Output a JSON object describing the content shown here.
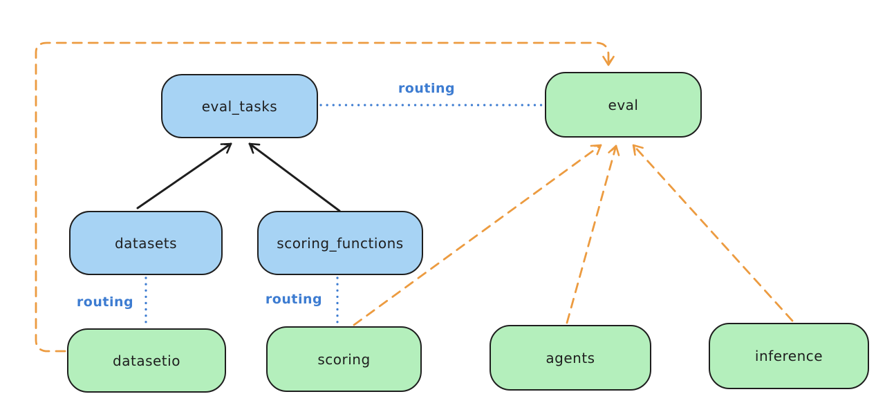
{
  "diagram": {
    "description": "Architecture diagram linking resource registries to APIs via routing",
    "nodes": {
      "eval_tasks": {
        "label": "eval_tasks",
        "kind": "resource",
        "fill": "#a7d3f4"
      },
      "datasets": {
        "label": "datasets",
        "kind": "resource",
        "fill": "#a7d3f4"
      },
      "scoring_functions": {
        "label": "scoring_functions",
        "kind": "resource",
        "fill": "#a7d3f4"
      },
      "eval": {
        "label": "eval",
        "kind": "api",
        "fill": "#b4efbc"
      },
      "datasetio": {
        "label": "datasetio",
        "kind": "api",
        "fill": "#b4efbc"
      },
      "scoring": {
        "label": "scoring",
        "kind": "api",
        "fill": "#b4efbc"
      },
      "agents": {
        "label": "agents",
        "kind": "api",
        "fill": "#b4efbc"
      },
      "inference": {
        "label": "inference",
        "kind": "api",
        "fill": "#b4efbc"
      }
    },
    "edges": [
      {
        "from": "datasets",
        "to": "eval_tasks",
        "style": "solid-arrow",
        "color": "#1e1e1e",
        "label": ""
      },
      {
        "from": "scoring_functions",
        "to": "eval_tasks",
        "style": "solid-arrow",
        "color": "#1e1e1e",
        "label": ""
      },
      {
        "from": "eval_tasks",
        "to": "eval",
        "style": "dotted",
        "color": "#3d7cd1",
        "label": "routing"
      },
      {
        "from": "datasets",
        "to": "datasetio",
        "style": "dotted",
        "color": "#3d7cd1",
        "label": "routing"
      },
      {
        "from": "scoring_functions",
        "to": "scoring",
        "style": "dotted",
        "color": "#3d7cd1",
        "label": "routing"
      },
      {
        "from": "datasetio",
        "to": "eval",
        "style": "dashed-arrow",
        "color": "#ec9b40",
        "label": ""
      },
      {
        "from": "scoring",
        "to": "eval",
        "style": "dashed-arrow",
        "color": "#ec9b40",
        "label": ""
      },
      {
        "from": "agents",
        "to": "eval",
        "style": "dashed-arrow",
        "color": "#ec9b40",
        "label": ""
      },
      {
        "from": "inference",
        "to": "eval",
        "style": "dashed-arrow",
        "color": "#ec9b40",
        "label": ""
      }
    ],
    "colors": {
      "background": "#ffffff",
      "node_stroke": "#1e1e1e",
      "resource_fill_blue": "#a7d3f4",
      "api_fill_green": "#b4efbc",
      "routing_blue": "#3d7cd1",
      "dashed_orange": "#ec9b40"
    }
  }
}
